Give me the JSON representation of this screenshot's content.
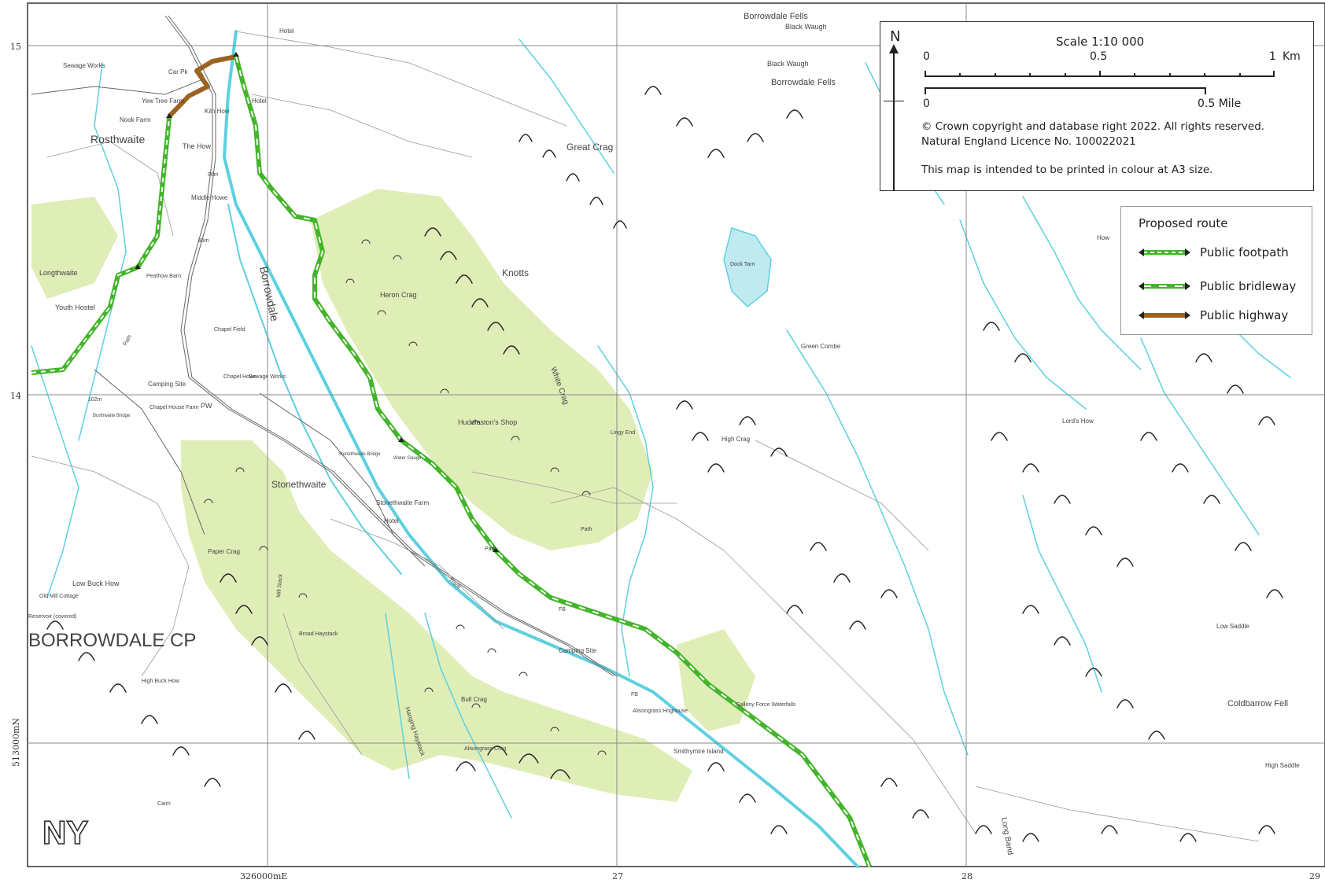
{
  "map": {
    "labels": {
      "borrowdale_fells_1": "Borrowdale Fells",
      "black_waugh_1": "Black Waugh",
      "black_waugh_2": "Black Waugh",
      "borrowdale_fells_2": "Borrowdale Fells",
      "hotel_1": "Hotel",
      "hotel_2": "Hotel",
      "hotel_3": "Hotel",
      "sewage_works_1": "Sewage Works",
      "sewage_works_2": "Sewage Works",
      "car_pk": "Car Pk",
      "yew_tree_farm": "Yew Tree Farm",
      "nook_farm": "Nook Farm",
      "rosthwaite": "Rosthwaite",
      "kiln_how": "Kiln How",
      "the_how": "The How",
      "great_crag": "Great Crag",
      "middle_howe": "Middle Howe",
      "spot_96m": "96m",
      "spot_95m": "95m",
      "spot_102m": "102m",
      "longthwaite": "Longthwaite",
      "peathow_barn": "Peathow Barn",
      "youth_hostel": "Youth Hostel",
      "borrowdale": "Borrowdale",
      "heron_crag": "Heron Crag",
      "knotts": "Knotts",
      "dock_tarn": "Dock Tarn",
      "green_combe": "Green Combe",
      "how": "How",
      "chapel_field": "Chapel Field",
      "chapel_howe": "Chapel Howe",
      "camping_site_1": "Camping Site",
      "camping_site_2": "Camping Site",
      "chapel_house_farm": "Chapel House Farm",
      "pw": "PW",
      "burthwaite_bridge": "Burthwaite Bridge",
      "white_crag": "White Crag",
      "huddlestons_shop": "Huddleston's Shop",
      "lingy_end": "Lingy End",
      "high_crag": "High Crag",
      "lords_how": "Lord's How",
      "stonethwaite_bridge": "Stonethwaite Bridge",
      "water_gauge": "Water Gauge",
      "stonethwaite": "Stonethwaite",
      "stonethwaite_farm": "Stonethwaite Farm",
      "path_1": "Path",
      "path_2": "Path",
      "path_3": "Path",
      "paper_crag": "Paper Crag",
      "low_buck_how": "Low Buck How",
      "mill_stack": "Mill Stack",
      "old_mill_cottage": "Old Mill Cottage",
      "reservoir": "Reservoir (covered)",
      "borrowdale_cp": "BORROWDALE CP",
      "broad_haystack": "Broad Haystack",
      "fb_1": "FB",
      "fb_2": "FB",
      "track": "Track",
      "low_saddle": "Low Saddle",
      "coldbarrow_fell": "Coldbarrow Fell",
      "high_buck_how": "High Buck How",
      "bull_crag": "Bull Crag",
      "hanging_haystack": "Hanging Haystack",
      "galleny_force": "Galleny Force Waterfalls",
      "alisongrass_hoghouse": "Alisongrass Hoghouse",
      "alisongrass_crag": "Alisongrass Crag",
      "smithymire_island": "Smithymire Island",
      "high_saddle": "High Saddle",
      "long_band": "Long Band",
      "cairn": "Cairn",
      "ny": "NY"
    },
    "grid": {
      "n15": "15",
      "n14": "14",
      "n13": "513000mN",
      "e26": "326000mE",
      "e27": "27",
      "e28": "28",
      "e29": "29"
    },
    "colors": {
      "woodland": "#dfeeb7",
      "water": "#5ed0df",
      "route_green": "#43b52a",
      "route_brown": "#9a6322",
      "rock": "#222222"
    }
  },
  "scale_box": {
    "north": "N",
    "title": "Scale 1:10 000",
    "km_zero": "0",
    "km_half": "0.5",
    "km_one": "1",
    "km_unit": "Km",
    "mile_zero": "0",
    "mile_half": "0.5 Mile",
    "copyright_1": "© Crown copyright and database right 2022. All rights reserved.",
    "copyright_2": "Natural England Licence No. 100022021",
    "note": "This map is intended to be printed in colour at A3 size."
  },
  "legend": {
    "title": "Proposed route",
    "items": [
      {
        "label": "Public footpath",
        "color": "#43b52a"
      },
      {
        "label": "Public bridleway",
        "color": "#43b52a"
      },
      {
        "label": "Public highway",
        "color": "#9a6322"
      }
    ]
  }
}
